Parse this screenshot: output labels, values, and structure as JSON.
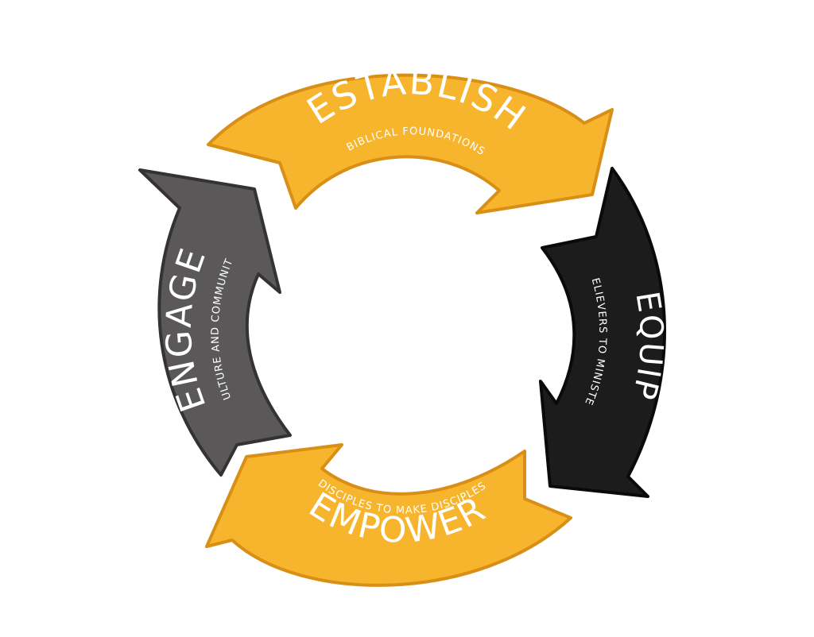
{
  "colors": {
    "yellow": "#F7B52E",
    "yellow_edge": "#D98F16",
    "gray": "#5A5858",
    "gray_edge": "#343232",
    "black": "#1C1C1C",
    "black_edge": "#0A0A0A",
    "text": "#FFFFFF"
  },
  "steps": [
    {
      "key": "establish",
      "title": "ESTABLISH",
      "subtitle": "BIBLICAL FOUNDATIONS",
      "color": "yellow"
    },
    {
      "key": "equip",
      "title": "EQUIP",
      "subtitle": "BELIEVERS TO MINISTER",
      "color": "black"
    },
    {
      "key": "empower",
      "title": "EMPOWER",
      "subtitle": "DISCIPLES TO MAKE DISCIPLES",
      "color": "yellow"
    },
    {
      "key": "engage",
      "title": "ENGAGE",
      "subtitle": "CULTURE AND COMMUNITY",
      "color": "gray"
    }
  ]
}
